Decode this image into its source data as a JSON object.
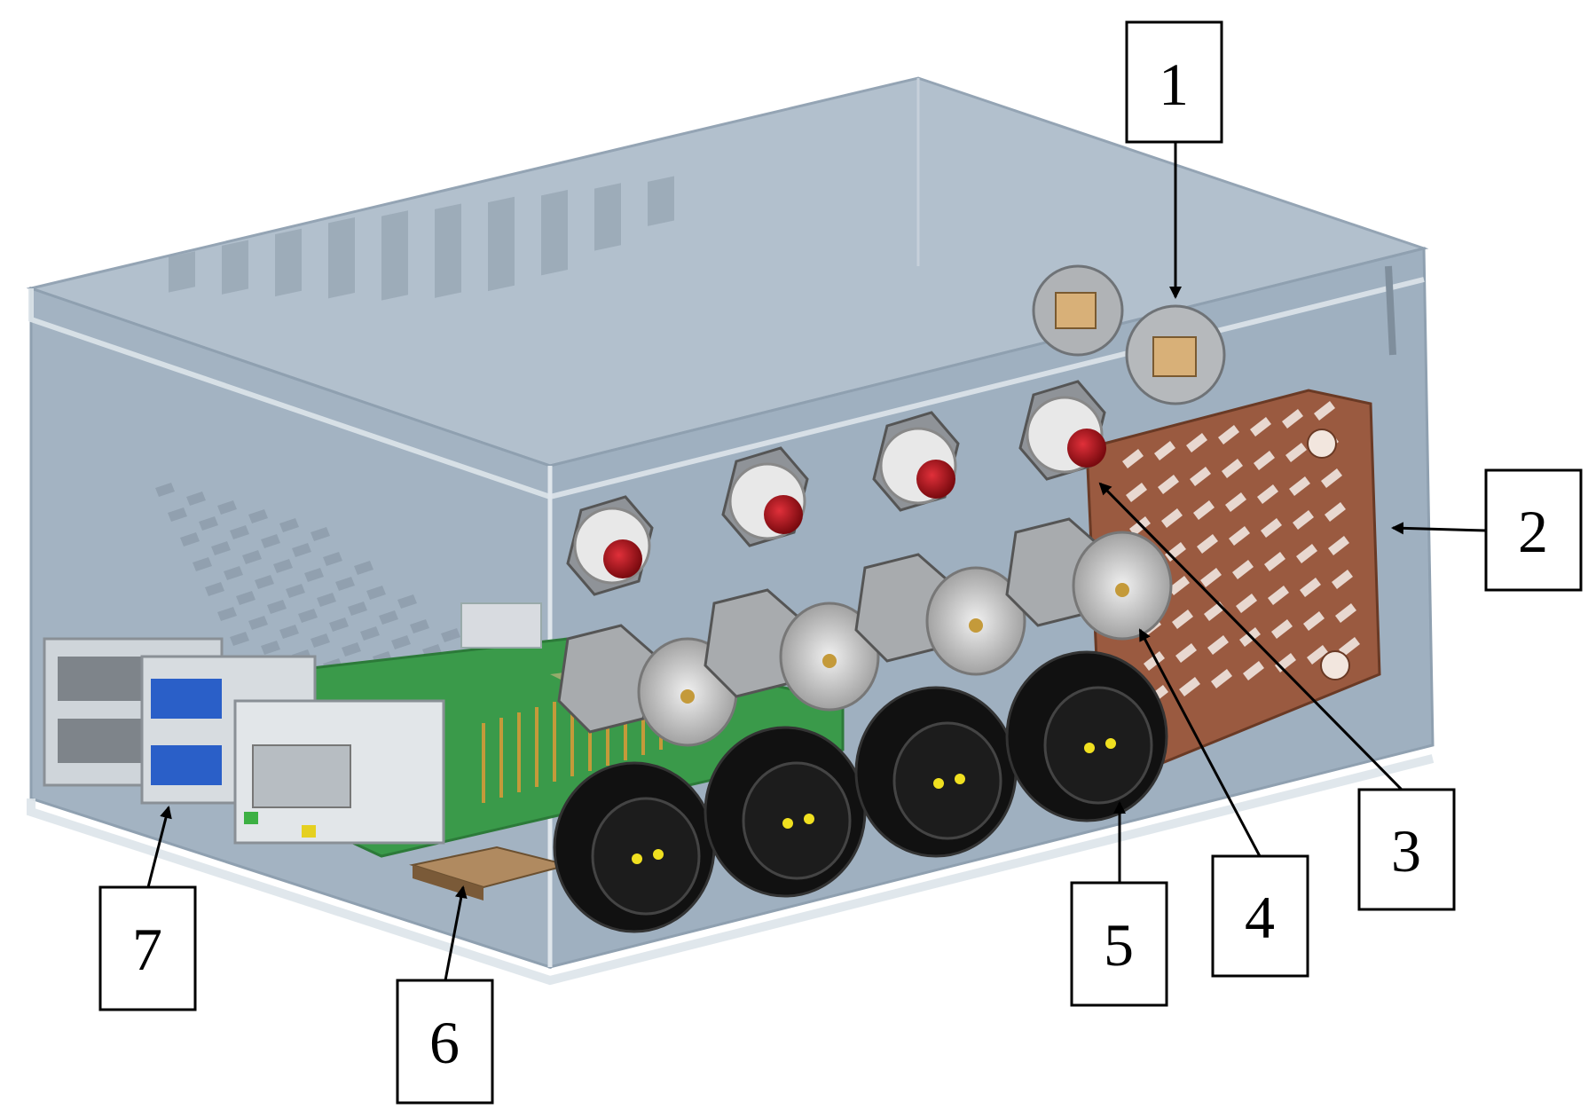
{
  "callouts": [
    {
      "id": "1",
      "label": "1"
    },
    {
      "id": "2",
      "label": "2"
    },
    {
      "id": "3",
      "label": "3"
    },
    {
      "id": "4",
      "label": "4"
    },
    {
      "id": "5",
      "label": "5"
    },
    {
      "id": "6",
      "label": "6"
    },
    {
      "id": "7",
      "label": "7"
    }
  ],
  "colors": {
    "enclosure": "#a9b8c6",
    "enclosure_edge": "#d6dee6",
    "fan": "#9a5a40",
    "pcb": "#3a9a4a",
    "connector_black": "#111111",
    "led_red": "#b3121a",
    "metal": "#c9c9c9",
    "usb_blue": "#2a5fc8"
  }
}
